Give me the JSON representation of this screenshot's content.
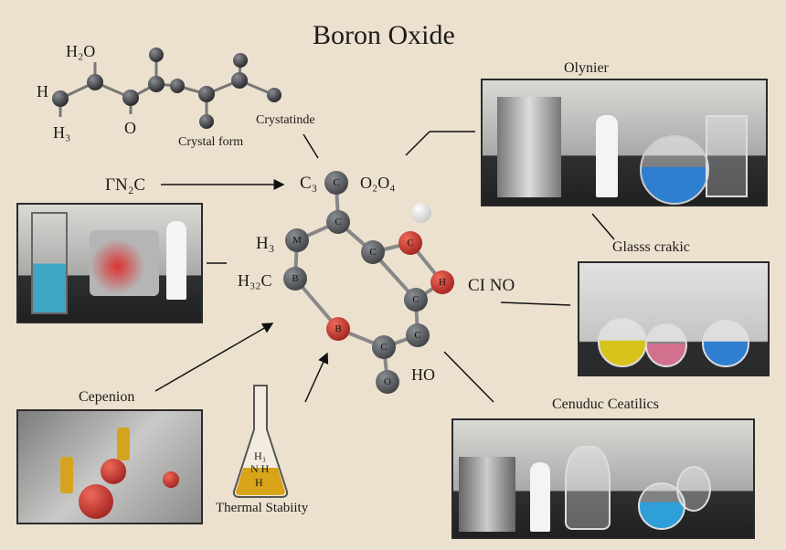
{
  "title": "Boron Oxide",
  "top_molecule": {
    "labels": {
      "h2o": "H₂O",
      "h": "H",
      "h3": "H₃",
      "o": "O"
    },
    "caption": "Crystal form"
  },
  "labels": {
    "crystatinde": "Crystatinde",
    "fn2c": "ΓN₂C",
    "c3": "C₃",
    "o2o4": "O₂O₄",
    "h3": "H₃",
    "h32c": "H₃₂C",
    "clno": "CI NO",
    "ho": "HO",
    "olynier": "Olynier",
    "glasss_crakic": "Glasss crakic",
    "cenuduc_ceatilics": "Cenuduc Ceatilics",
    "cepenion": "Cepenion",
    "thermal_stability": "Thermal Stabiity",
    "flask_formula": [
      "H₃",
      "N H",
      "H"
    ]
  },
  "ring_atoms": [
    "C",
    "C",
    "M",
    "B",
    "C",
    "C",
    "H",
    "C",
    "C",
    "B",
    "C",
    "O"
  ],
  "colors": {
    "background": "#ece1cf",
    "atom_dark": "#3b3d40",
    "atom_red": "#b51d1d",
    "liquid_blue": "#2f7fd0",
    "liquid_yellow": "#d8c21c",
    "liquid_pink": "#d2718e"
  }
}
